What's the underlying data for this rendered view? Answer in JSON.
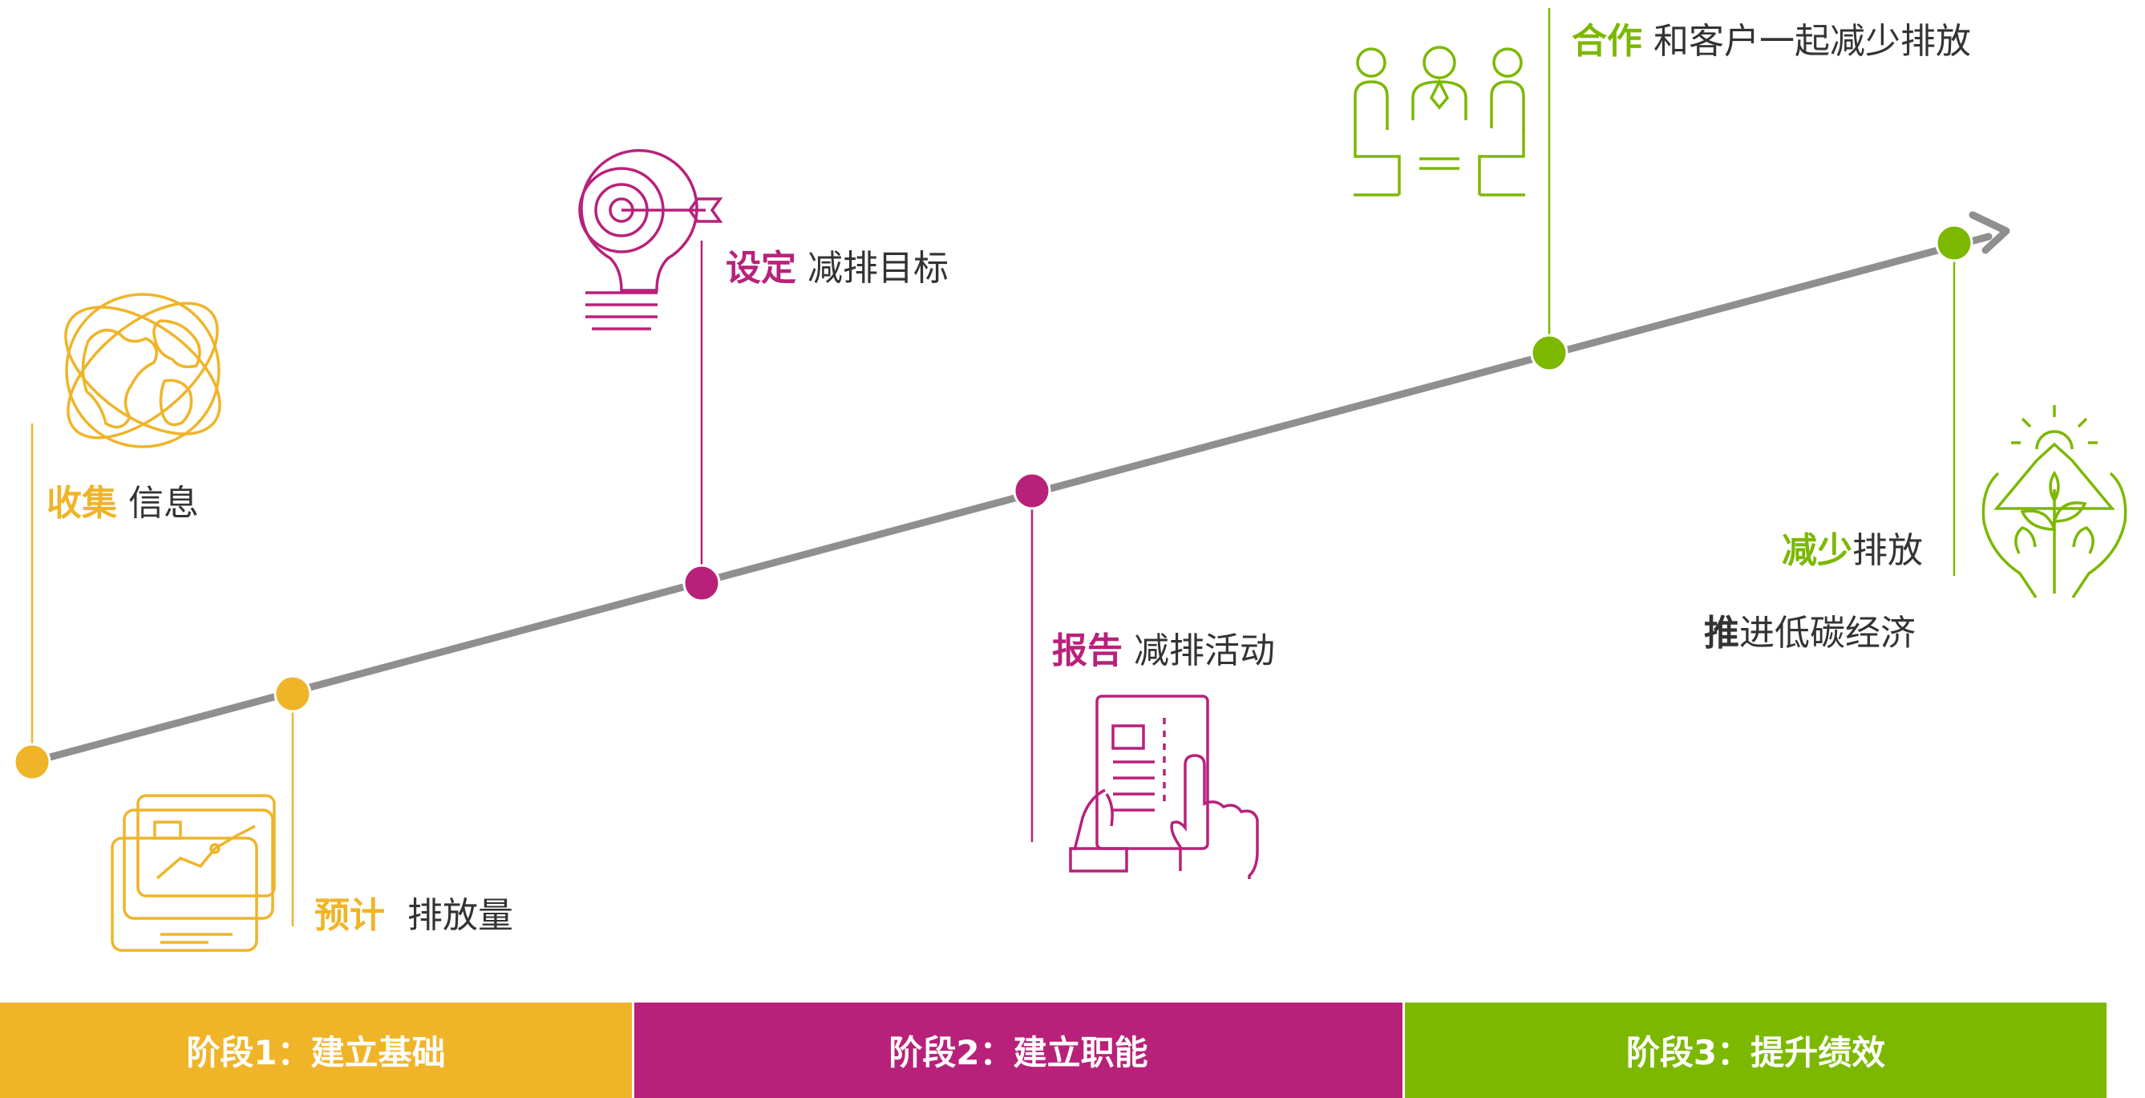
{
  "colors": {
    "yellow": "#F0B429",
    "magenta": "#B8217A",
    "green": "#7CB800",
    "arrow": "#8F8F8F",
    "text": "#333333"
  },
  "steps": [
    {
      "key": "收集",
      "desc": "信息",
      "icon": "globe-icon"
    },
    {
      "key": "预计",
      "desc": "排放量",
      "icon": "dashboard-chart-icon"
    },
    {
      "key": "设定",
      "desc": "减排目标",
      "icon": "target-bulb-icon"
    },
    {
      "key": "报告",
      "desc": "减排活动",
      "icon": "tablet-report-icon"
    },
    {
      "key": "合作",
      "desc": "和客户一起减少排放",
      "icon": "meeting-people-icon"
    },
    {
      "key": "减少",
      "desc": "排放",
      "icon": "hands-plant-icon"
    }
  ],
  "note": {
    "key": "推",
    "desc": "进低碳经济"
  },
  "stages": [
    {
      "label": "阶段1：建立基础"
    },
    {
      "label": "阶段2：建立职能"
    },
    {
      "label": "阶段3：提升绩效"
    }
  ]
}
